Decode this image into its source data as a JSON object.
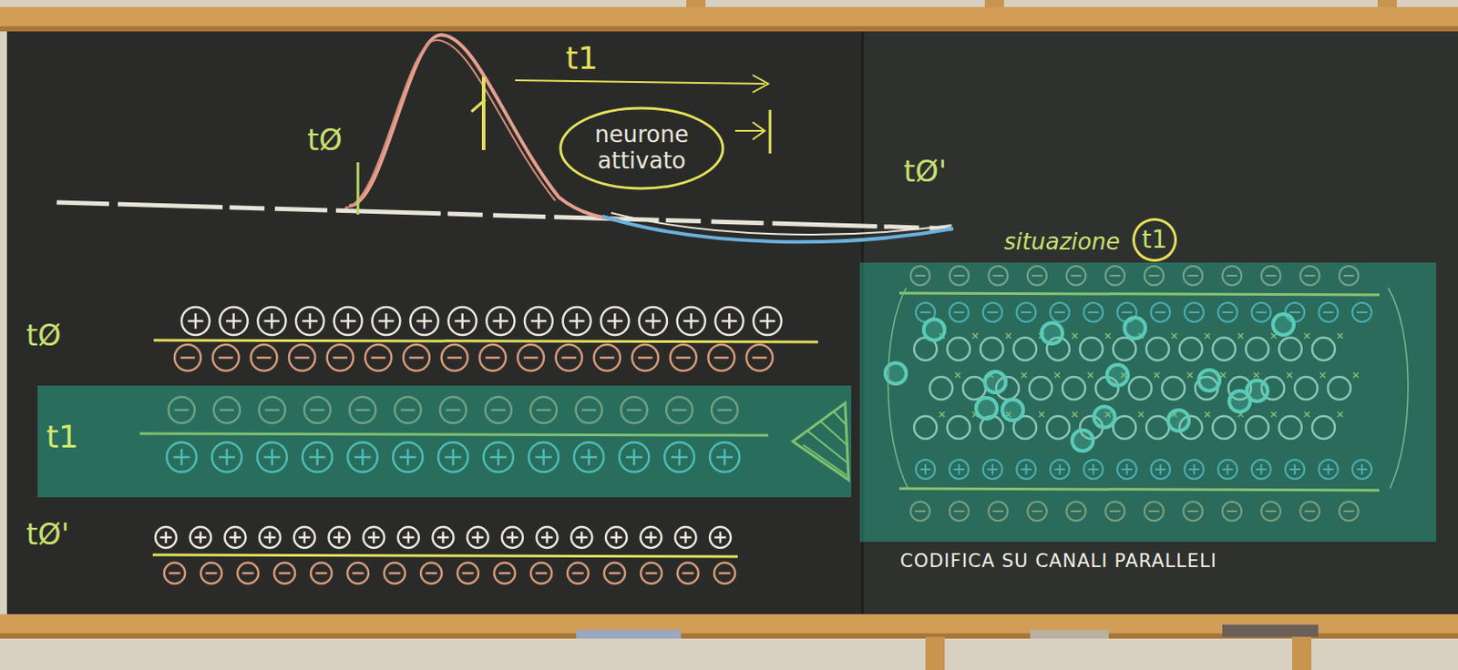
{
  "diagram": {
    "nodes": [
      {
        "text": [
          "neurone attivato"
        ]
      },
      {
        "text": [
          "situazione",
          "t1"
        ]
      },
      {
        "text": [
          "t1"
        ]
      },
      {
        "text": [
          "CODIFICA SU CANALI PARALLELI"
        ]
      }
    ],
    "labels": [
      "t1",
      "tØ",
      "tØ'",
      "tØ",
      "tØ'"
    ]
  }
}
